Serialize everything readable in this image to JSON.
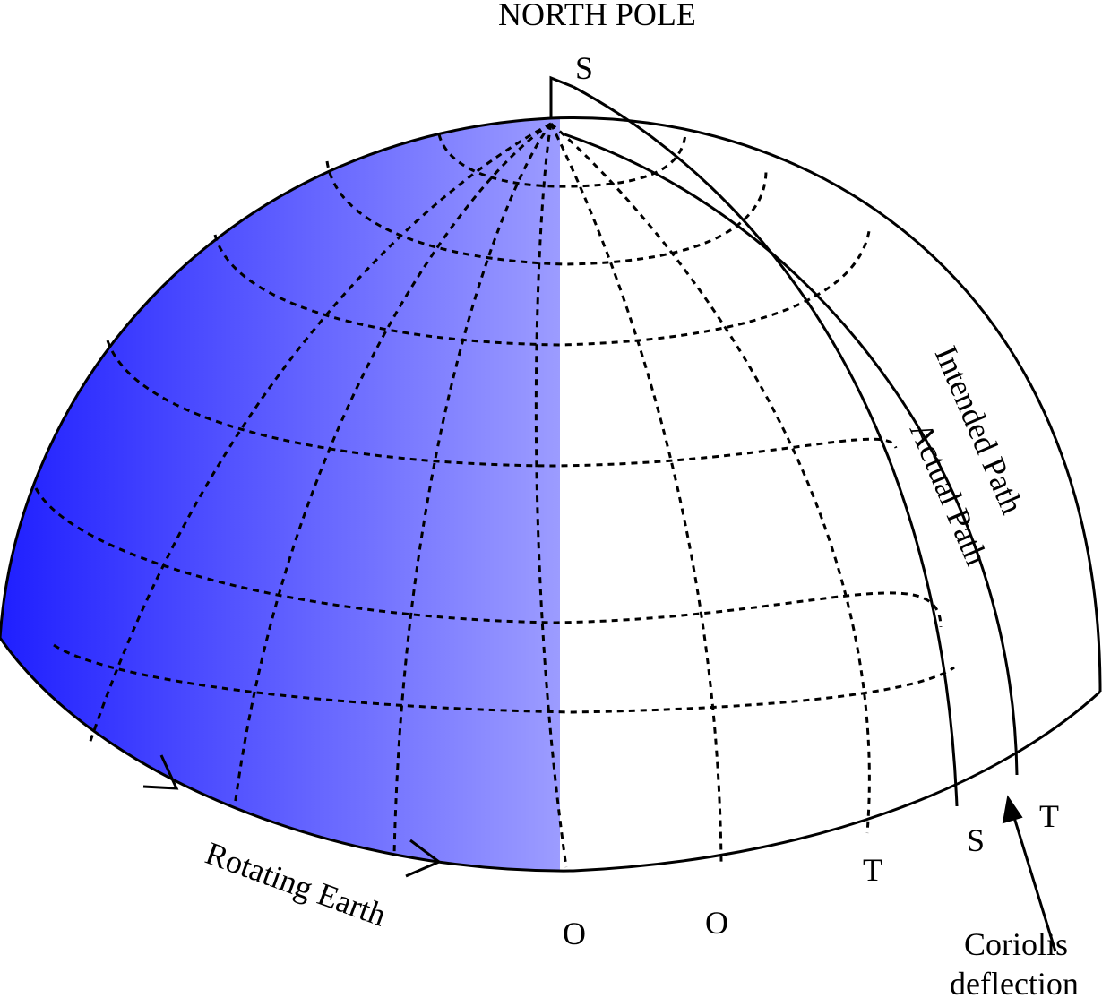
{
  "title": "NORTH POLE",
  "colors": {
    "shade": "#1f1fff",
    "background": "#ffffff",
    "line": "#000000"
  },
  "labels": {
    "start_top": "S",
    "intended_path": "Intended Path",
    "actual_path": "Actual Path",
    "rotating_earth": "Rotating Earth",
    "origin_1": "O",
    "origin_2": "O",
    "target_1": "T",
    "target_2": "T",
    "start_bottom": "S",
    "coriolis_line1": "Coriolis",
    "coriolis_line2": "deflection"
  }
}
